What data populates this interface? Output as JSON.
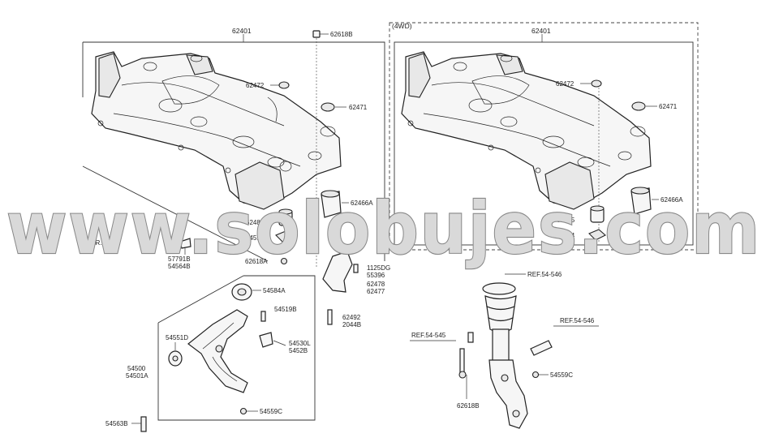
{
  "watermark": "www.solobujes.com",
  "variant_tag": "(4WD)",
  "direction": "FR.",
  "left": {
    "subframe": "62401",
    "labels": {
      "bolt_top": "62618B",
      "mount_small": "62472",
      "mount_washer": "62471",
      "bushing_large": "62466A",
      "bushing_small": "62485",
      "stopper": "54514",
      "bolt_a": "62618A",
      "stab_link_1": "57791B",
      "stab_link_2": "54564B",
      "arm_bushing": "54584A",
      "bolt_arm_1": "1125DG",
      "bolt_arm_2": "55396",
      "bracket_1": "62478",
      "bracket_2": "62477",
      "bolt_b_1": "62492",
      "bolt_b_2": "2044B",
      "pin": "54519B",
      "arm_front_bushing": "54551D",
      "ball_joint_1": "54530L",
      "ball_joint_2": "5452B",
      "arm_1": "54500",
      "arm_2": "54501A",
      "nut": "54559C",
      "bolt_bottom": "54563B"
    }
  },
  "right": {
    "subframe": "62401",
    "labels": {
      "mount_small": "62472",
      "mount_washer": "62471",
      "bushing_large": "62466A",
      "bushing_small": "62485",
      "stopper": "54514",
      "ref_strut": "REF.54-546",
      "ref_link": "REF.54-545",
      "ref_bolt": "REF.54-546",
      "nut": "54559C",
      "bolt": "62618B"
    }
  }
}
